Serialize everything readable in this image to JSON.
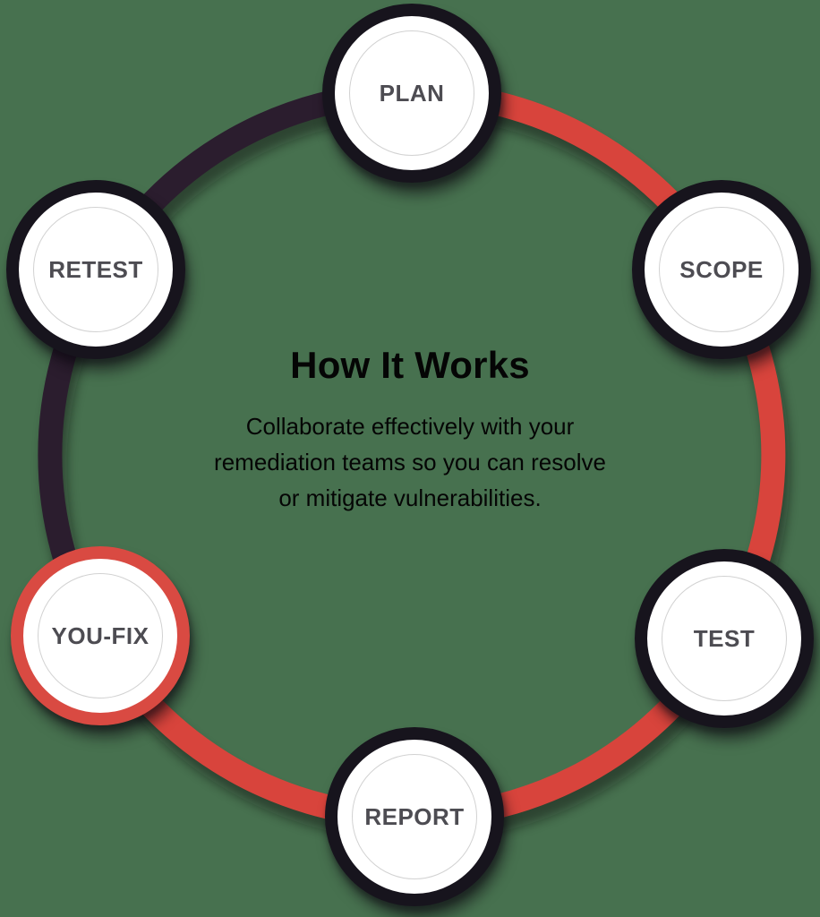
{
  "page": {
    "background_color": "#47714f"
  },
  "center": {
    "title": "How It Works",
    "description_lines": [
      "Collaborate effectively with your",
      "remediation teams so you can resolve",
      "or mitigate vulnerabilities."
    ]
  },
  "cycle": {
    "nodes": [
      {
        "label": "PLAN",
        "highlighted": false
      },
      {
        "label": "SCOPE",
        "highlighted": false
      },
      {
        "label": "TEST",
        "highlighted": false
      },
      {
        "label": "REPORT",
        "highlighted": false
      },
      {
        "label": "YOU-FIX",
        "highlighted": true
      },
      {
        "label": "RETEST",
        "highlighted": false
      }
    ],
    "ring": {
      "red_arc_nodes": "PLAN → SCOPE → TEST → REPORT → YOU-FIX",
      "dark_arc_nodes": "YOU-FIX → RETEST → PLAN"
    }
  },
  "colors": {
    "background": "#47714f",
    "ring_red": "#d8443c",
    "ring_dark": "#2b1d2e",
    "node_border_dark": "#17141d",
    "node_accent_red": "#d94a42",
    "node_label": "#4d4c52",
    "inner_ring": "#d2d2d2",
    "text": "#050505"
  }
}
